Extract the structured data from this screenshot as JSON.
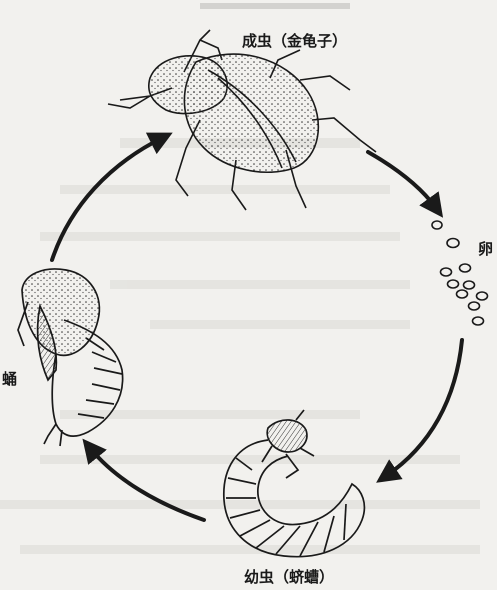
{
  "diagram": {
    "stages": {
      "adult": "成虫（金龟子）",
      "egg": "卵",
      "larva": "幼虫（蛴螬）",
      "pupa": "蛹"
    },
    "colors": {
      "ink": "#1a1a1a",
      "paper": "#f2f1ee",
      "faint_text": "#cfcdc8"
    }
  }
}
